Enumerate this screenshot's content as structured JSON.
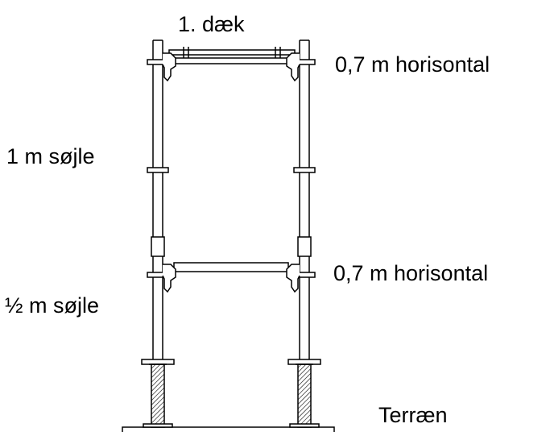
{
  "labels": {
    "deck": "1. dæk",
    "horizontal_top": "0,7 m horisontal",
    "column_1m": "1 m søjle",
    "horizontal_bottom": "0,7 m horisontal",
    "column_half_m": "½ m søjle",
    "ground": "Terræn"
  },
  "colors": {
    "line": "#000000",
    "background": "#ffffff"
  }
}
